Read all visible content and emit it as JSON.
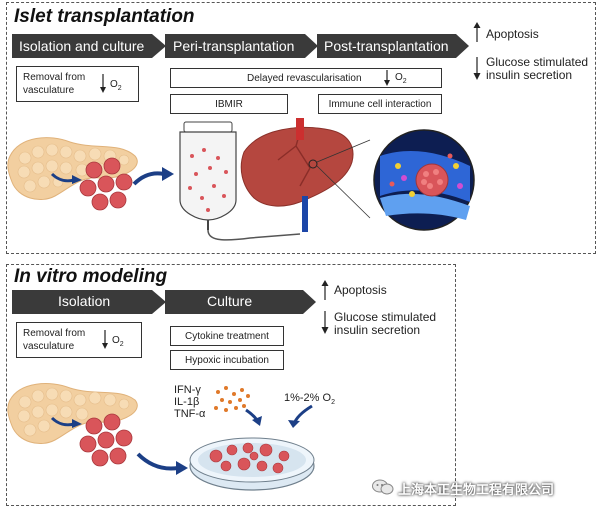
{
  "top": {
    "title": "Islet transplantation",
    "stages": [
      "Isolation and culture",
      "Peri-transplantation",
      "Post-transplantation"
    ],
    "removal_label_1": "Removal from",
    "removal_label_2": "vasculature",
    "delayed_label": "Delayed revascularisation",
    "oxygen_label": "O",
    "oxygen_sub": "2",
    "ibmir_label": "IBMIR",
    "immune_label": "Immune cell interaction",
    "effect_apoptosis": "Apoptosis",
    "effect_gsis_1": "Glucose stimulated",
    "effect_gsis_2": "insulin secretion"
  },
  "bottom": {
    "title": "In vitro modeling",
    "stages": [
      "Isolation",
      "Culture"
    ],
    "removal_label_1": "Removal from",
    "removal_label_2": "vasculature",
    "oxygen_label": "O",
    "oxygen_sub": "2",
    "cytokine_label": "Cytokine treatment",
    "hypoxic_label": "Hypoxic incubation",
    "cytokines": [
      "IFN-γ",
      "IL-1β",
      "TNF-α"
    ],
    "o2_percent": "1%-2% O",
    "o2_percent_sub": "2",
    "effect_apoptosis": "Apoptosis",
    "effect_gsis_1": "Glucose stimulated",
    "effect_gsis_2": "insulin secretion"
  },
  "watermark": "上海本正生物工程有限公司",
  "colors": {
    "arrow_bar": "#3a3a3a",
    "liver": "#b5473f",
    "islet": "#d9555a",
    "pancreas": "#f2cfa0",
    "vessel": "#1c46a8"
  }
}
